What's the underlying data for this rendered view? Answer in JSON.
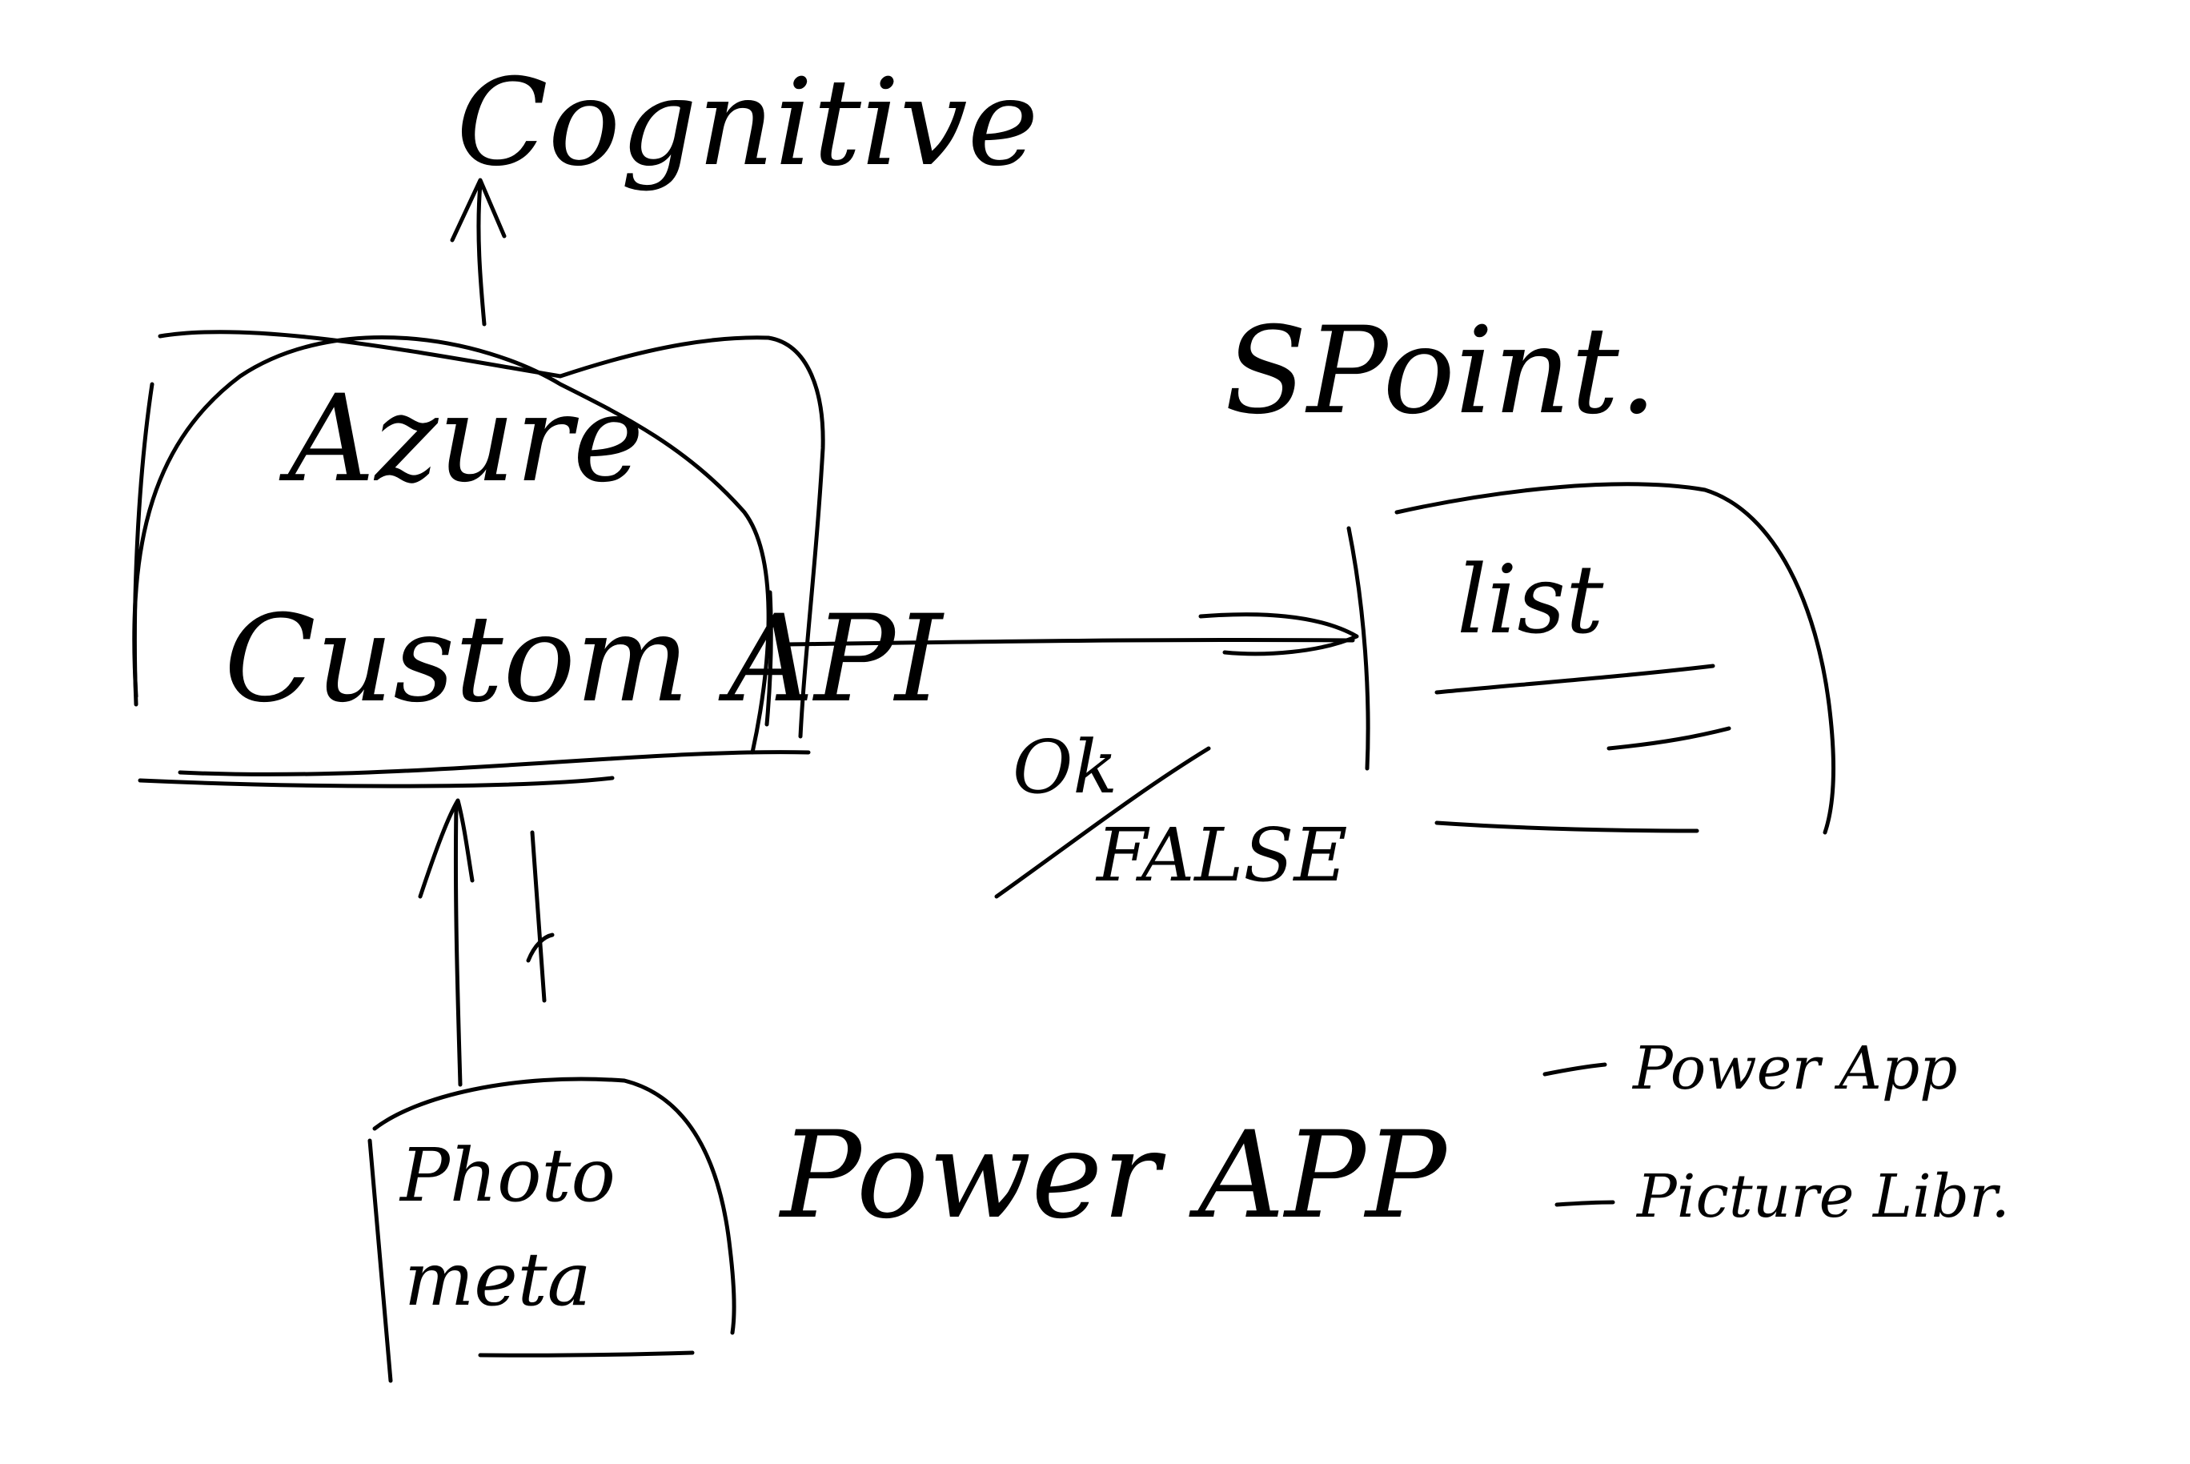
{
  "labels": {
    "cognitive": "Cognitive",
    "azure": "Azure",
    "custom_api": "Custom API",
    "sharepoint": "SPoint.",
    "list": "list",
    "ok": "Ok",
    "false": "FALSE",
    "photo": "Photo",
    "meta": "meta",
    "power_app": "Power APP",
    "notes": [
      "Power App",
      "Picture Libr."
    ]
  },
  "colors": {
    "ink": "#000000",
    "background": "#ffffff"
  }
}
